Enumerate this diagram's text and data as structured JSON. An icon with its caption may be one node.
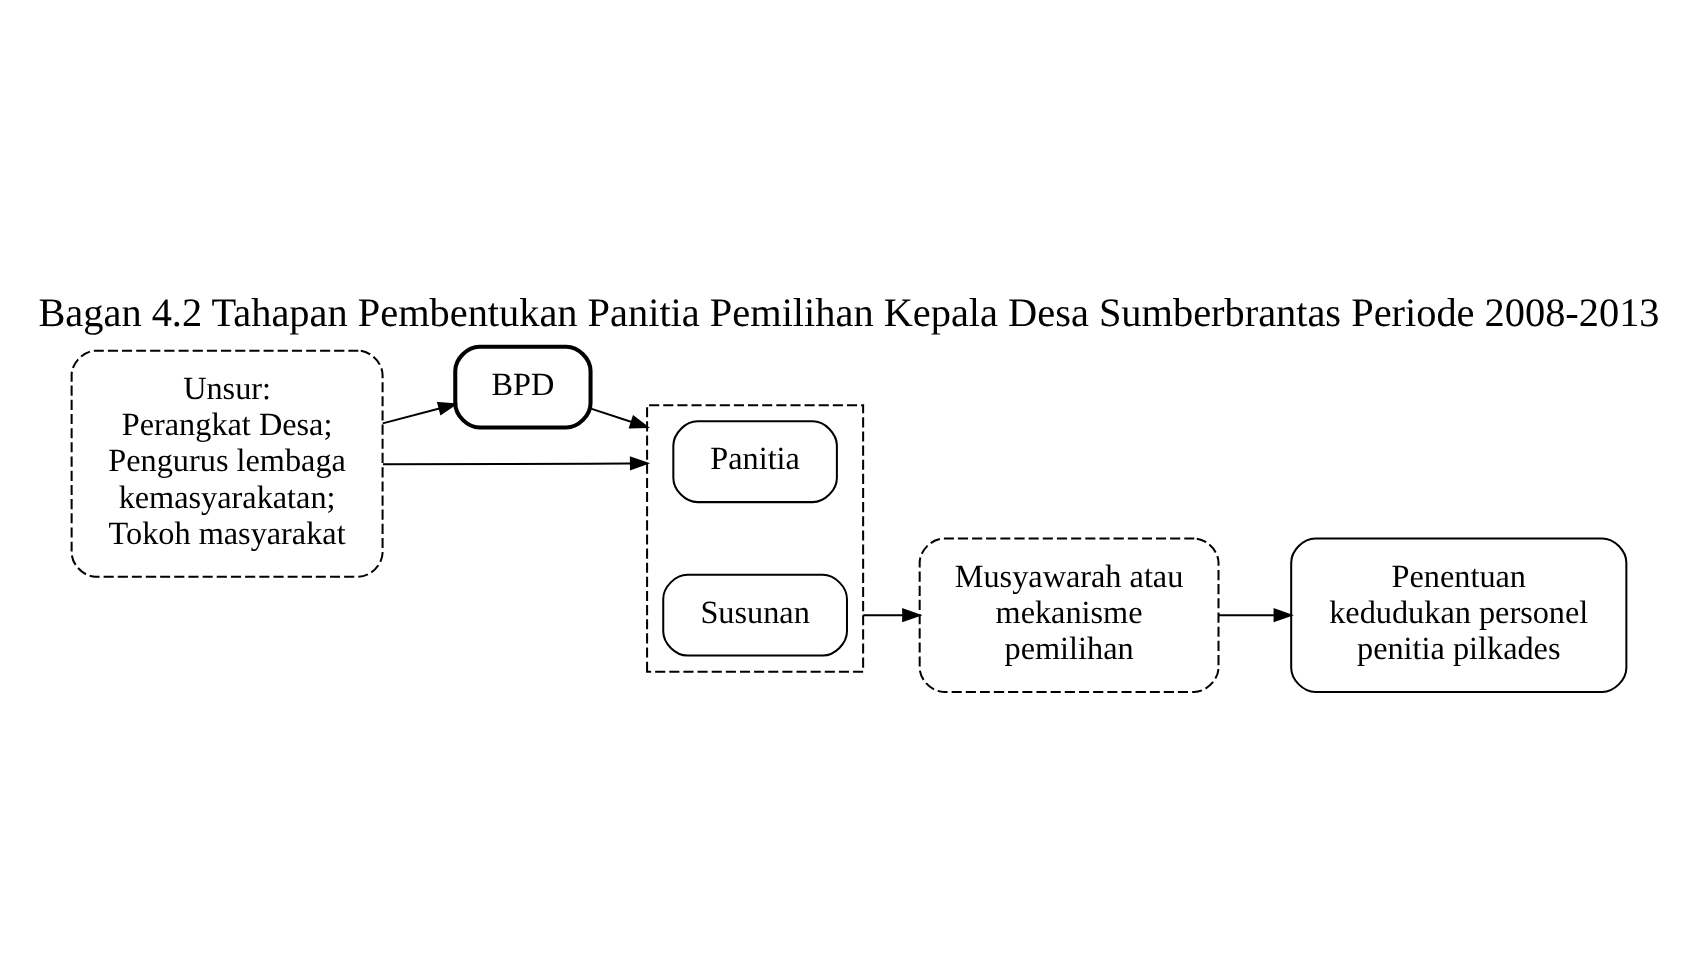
{
  "diagram": {
    "title": "Bagan 4.2 Tahapan Pembentukan Panitia Pemilihan Kepala Desa Sumberbrantas Periode 2008-2013",
    "nodes": [
      {
        "text": [
          "BPD"
        ]
      },
      {
        "text": [],
        "shape": "box"
      },
      {
        "text": [
          "Panitia"
        ],
        "in": 1
      },
      {
        "text": [
          "Susunan"
        ],
        "in": 1
      },
      {
        "text": [
          "Musyawarah atau mekanisme pemilihan"
        ]
      },
      {
        "text": [
          "Unsur:",
          "Perangkat Desa; Pengurus lembaga kemasyarakatan; Tokoh masyarakat"
        ]
      },
      {
        "text": [
          "Penentuan kedudukan personel penitia pilkades"
        ]
      }
    ],
    "edges": [
      {
        "from": 0,
        "to": 1,
        "arrow": "to"
      },
      {
        "from": 1,
        "to": 4,
        "arrow": "to"
      },
      {
        "from": 4,
        "to": 6,
        "arrow": "to"
      },
      {
        "from": 5,
        "to": 1,
        "arrow": "to"
      },
      {
        "from": 5,
        "to": 0,
        "arrow": "to"
      }
    ]
  }
}
